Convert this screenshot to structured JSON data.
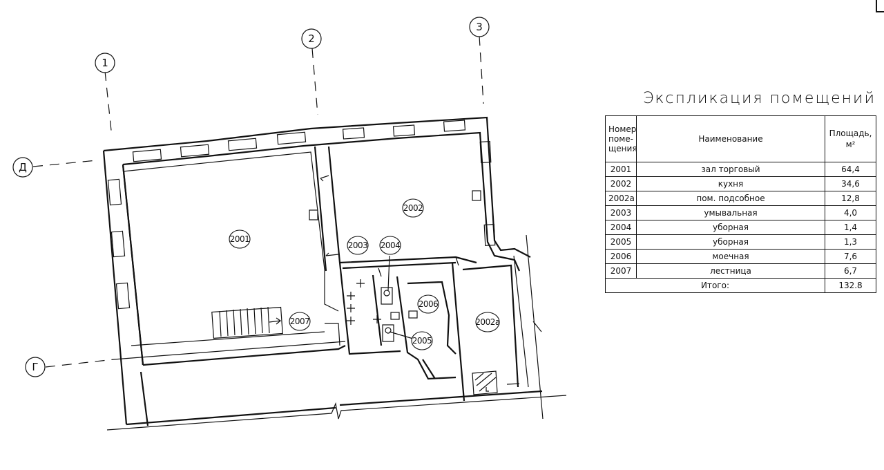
{
  "axes": {
    "vertical": [
      {
        "label": "1"
      },
      {
        "label": "2"
      },
      {
        "label": "3"
      }
    ],
    "horizontal": [
      {
        "label": "Д"
      },
      {
        "label": "Г"
      }
    ]
  },
  "rooms": [
    {
      "id": "2001"
    },
    {
      "id": "2002"
    },
    {
      "id": "2003"
    },
    {
      "id": "2004"
    },
    {
      "id": "2006"
    },
    {
      "id": "2007"
    },
    {
      "id": "2005"
    },
    {
      "id": "2002a"
    }
  ],
  "explication": {
    "title": "Экспликация помещений",
    "headers": {
      "number": "Номер поме- щения",
      "name": "Наименование",
      "area": "Площадь, м²"
    },
    "rows": [
      {
        "number": "2001",
        "name": "зал торговый",
        "area": "64,4"
      },
      {
        "number": "2002",
        "name": "кухня",
        "area": "34,6"
      },
      {
        "number": "2002а",
        "name": "пом. подсобное",
        "area": "12,8"
      },
      {
        "number": "2003",
        "name": "умывальная",
        "area": "4,0"
      },
      {
        "number": "2004",
        "name": "уборная",
        "area": "1,4"
      },
      {
        "number": "2005",
        "name": "уборная",
        "area": "1,3"
      },
      {
        "number": "2006",
        "name": "моечная",
        "area": "7,6"
      },
      {
        "number": "2007",
        "name": "лестница",
        "area": "6,7"
      }
    ],
    "total": {
      "label": "Итого:",
      "area": "132.8"
    }
  }
}
